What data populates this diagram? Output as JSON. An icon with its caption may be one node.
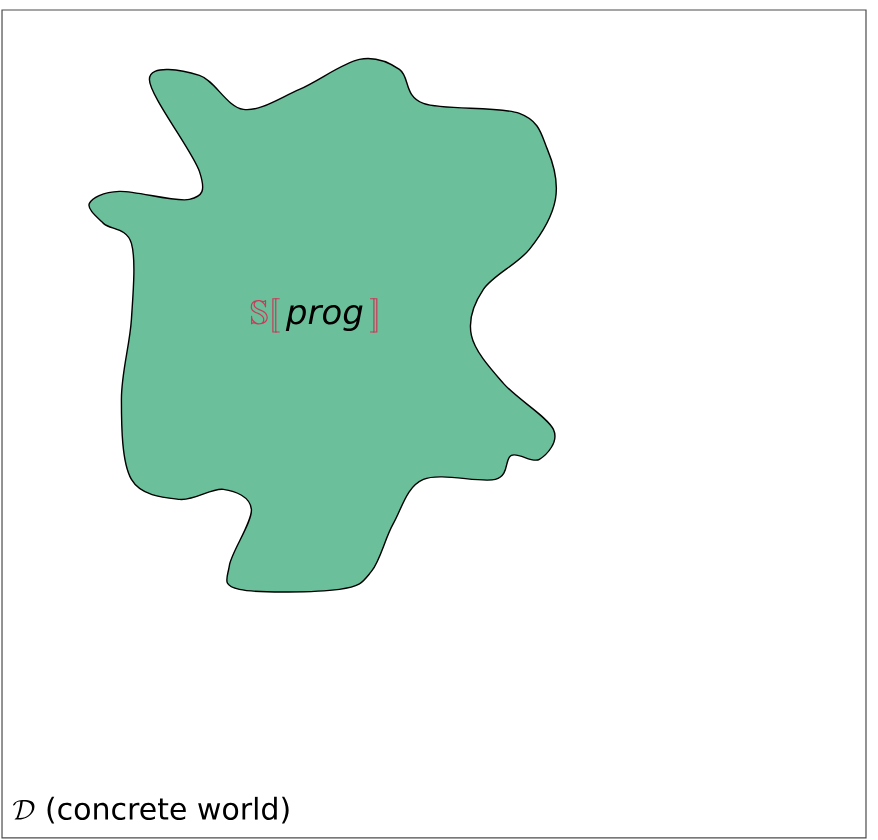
{
  "diagram": {
    "nodes": [
      {
        "text": [
          "\\mathcal{D}\\ \\textrm{(concrete world)}"
        ]
      },
      {
        "text": [
          "{\\color{semred}\\mathbb{S}[\\![}\\,\\mathit{prog}\\,{\\color{semred}]\\!]}"
        ],
        "in": 0
      }
    ],
    "edges": []
  }
}
